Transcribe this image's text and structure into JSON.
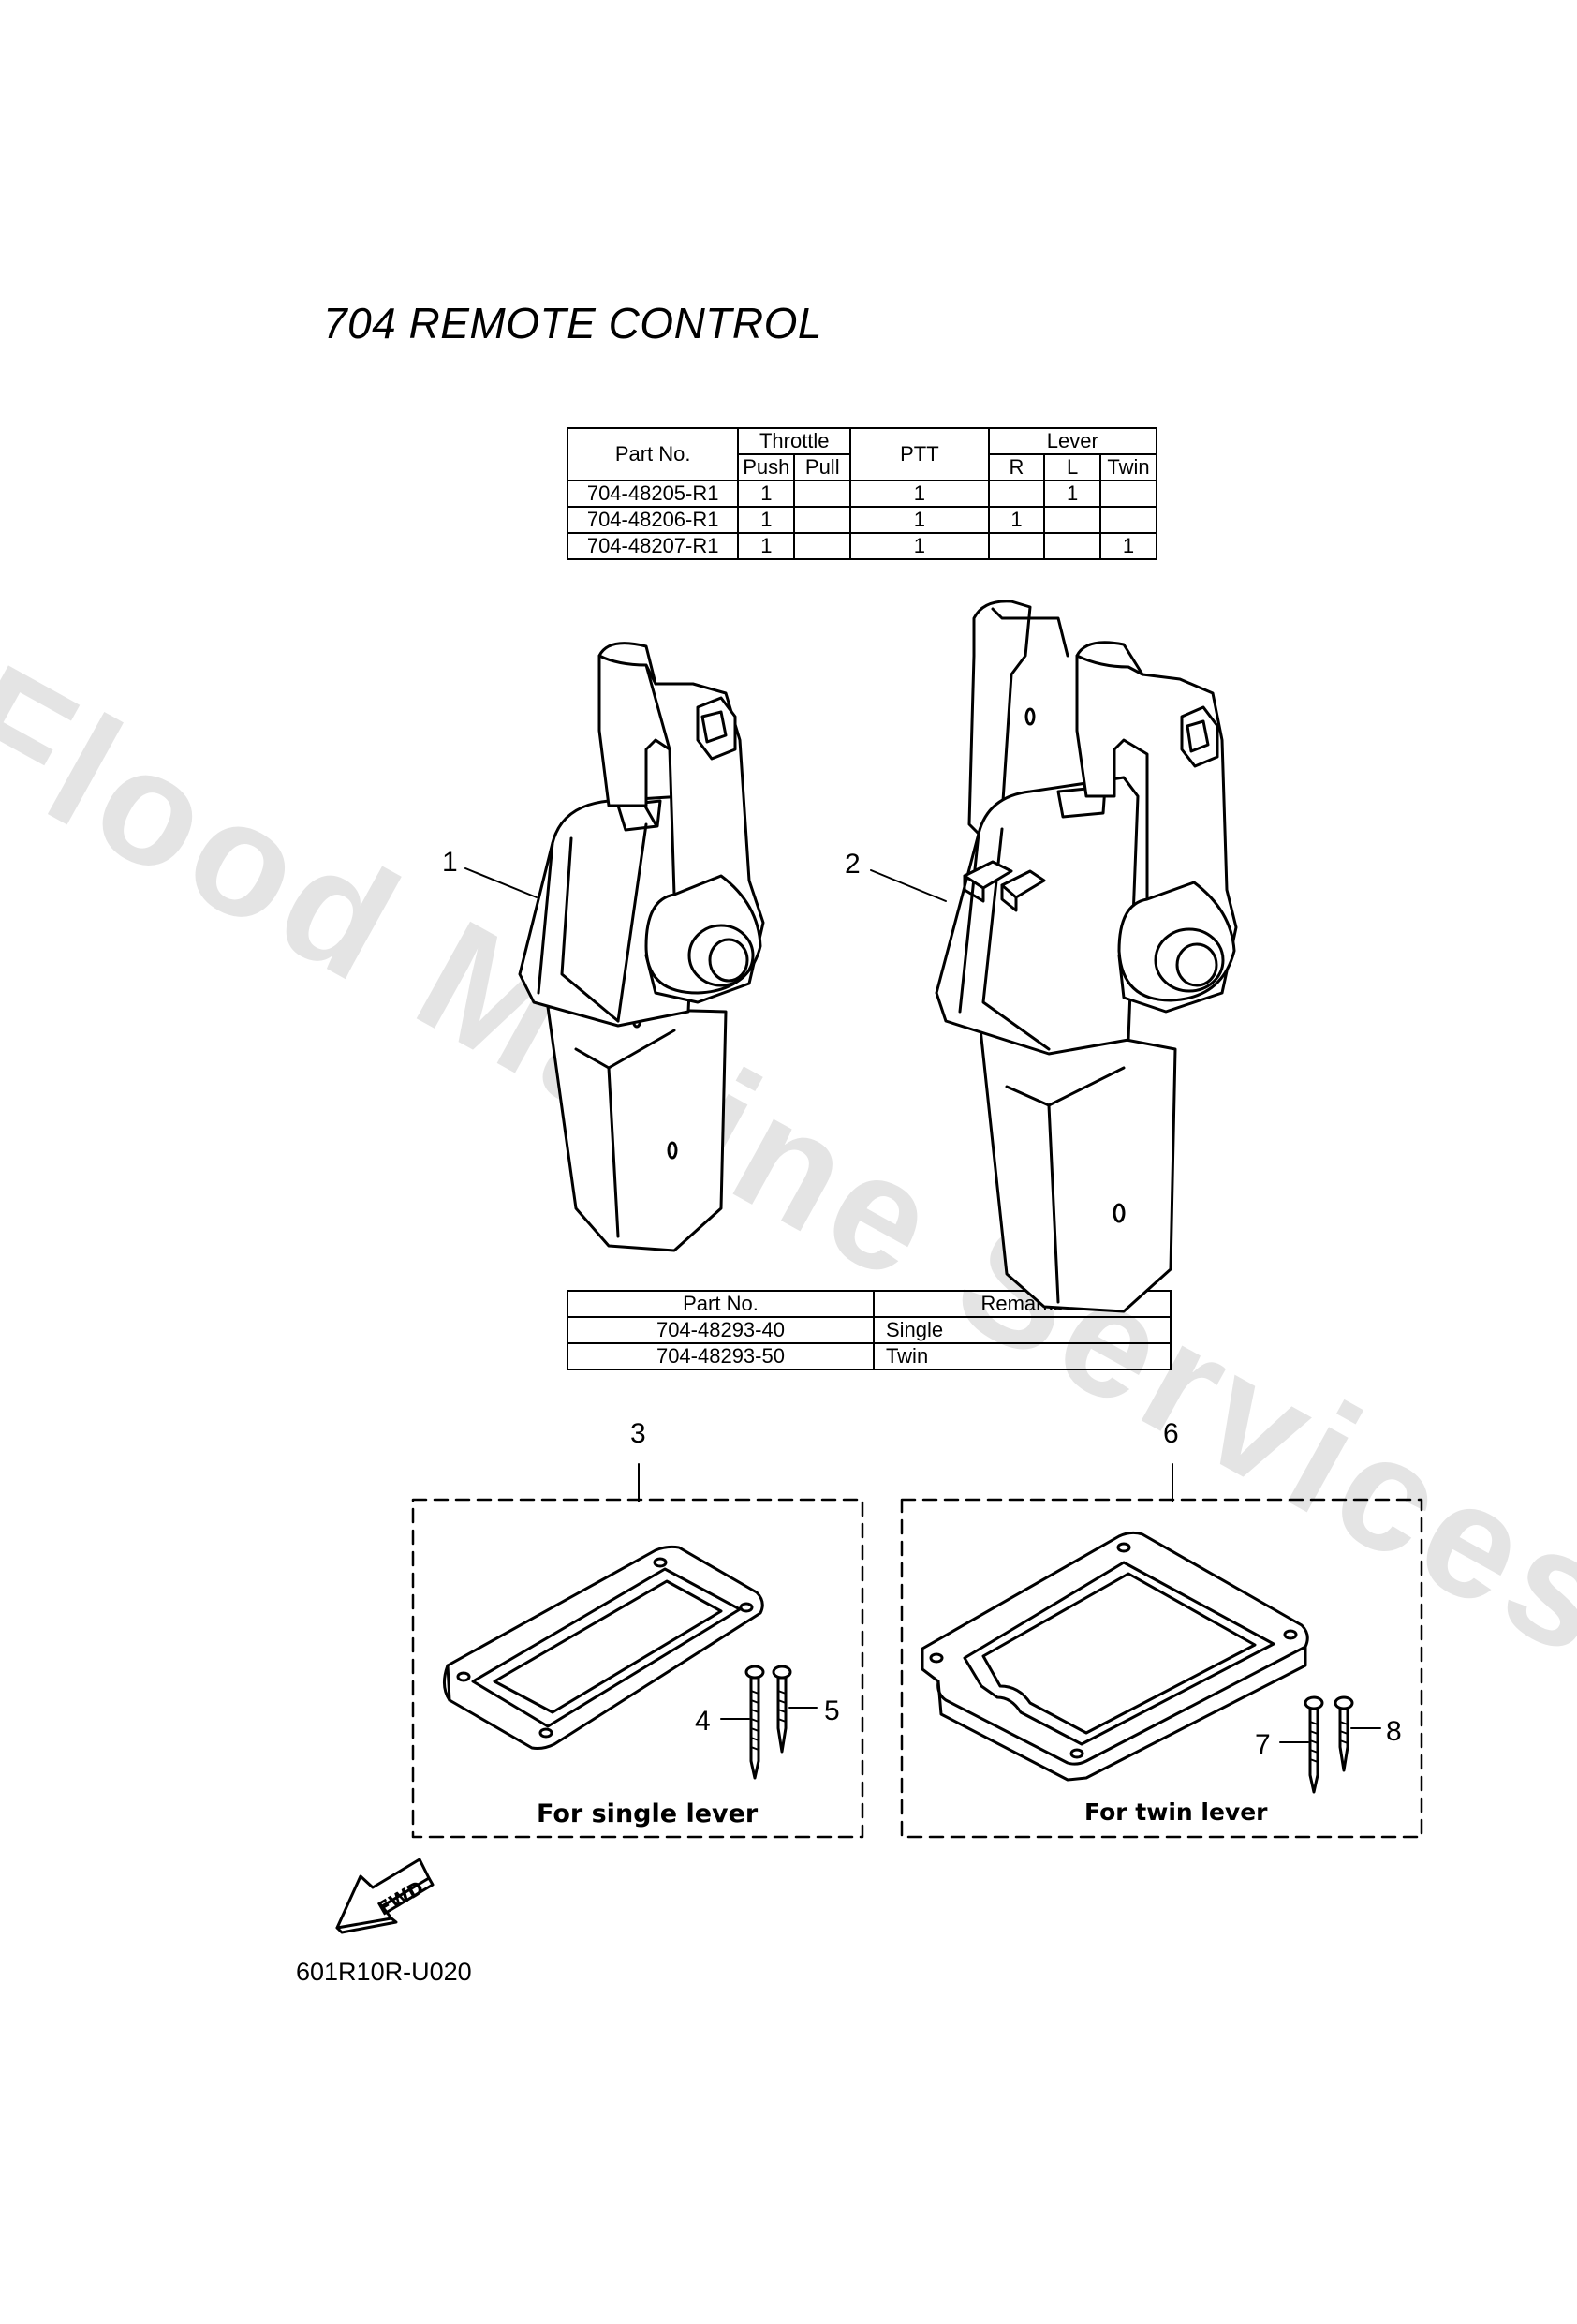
{
  "title": "704 REMOTE CONTROL",
  "table1": {
    "headers": {
      "part_no": "Part No.",
      "throttle": "Throttle",
      "push": "Push",
      "pull": "Pull",
      "ptt": "PTT",
      "lever": "Lever",
      "r": "R",
      "l": "L",
      "twin": "Twin"
    },
    "rows": [
      {
        "part_no": "704-48205-R1",
        "push": "1",
        "pull": "",
        "ptt": "1",
        "r": "",
        "l": "1",
        "twin": ""
      },
      {
        "part_no": "704-48206-R1",
        "push": "1",
        "pull": "",
        "ptt": "1",
        "r": "1",
        "l": "",
        "twin": ""
      },
      {
        "part_no": "704-48207-R1",
        "push": "1",
        "pull": "",
        "ptt": "1",
        "r": "",
        "l": "",
        "twin": "1"
      }
    ]
  },
  "table2": {
    "headers": {
      "part_no": "Part No.",
      "remarks": "Remarks"
    },
    "rows": [
      {
        "part_no": "704-48293-40",
        "remarks": "Single"
      },
      {
        "part_no": "704-48293-50",
        "remarks": "Twin"
      }
    ]
  },
  "callouts": {
    "c1": "1",
    "c2": "2",
    "c3": "3",
    "c4": "4",
    "c5": "5",
    "c6": "6",
    "c7": "7",
    "c8": "8"
  },
  "captions": {
    "single": "For single lever",
    "twin": "For twin lever"
  },
  "fwd_label": "FWD",
  "diagram_code": "601R10R-U020",
  "watermark": "Flood Marine Services"
}
